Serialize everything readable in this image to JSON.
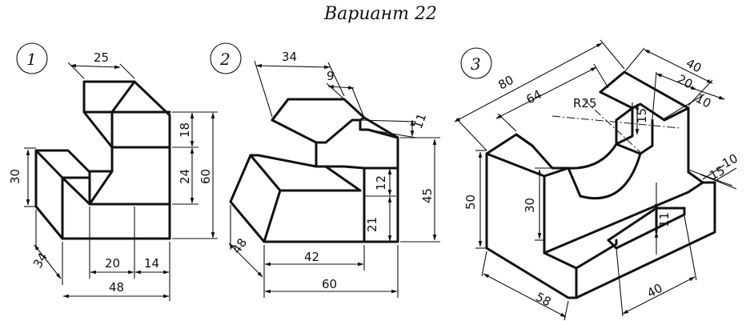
{
  "title": "Вариант 22",
  "figures": [
    {
      "number": "1",
      "dimensions": [
        "25",
        "18",
        "24",
        "60",
        "30",
        "34",
        "20",
        "14",
        "48"
      ]
    },
    {
      "number": "2",
      "dimensions": [
        "34",
        "9",
        "11",
        "12",
        "45",
        "21",
        "48",
        "42",
        "60"
      ]
    },
    {
      "number": "3",
      "dimensions": [
        "80",
        "64",
        "R25",
        "40",
        "20",
        "10",
        "15",
        "10",
        "15",
        "50",
        "30",
        "11",
        "58",
        "40"
      ]
    }
  ]
}
